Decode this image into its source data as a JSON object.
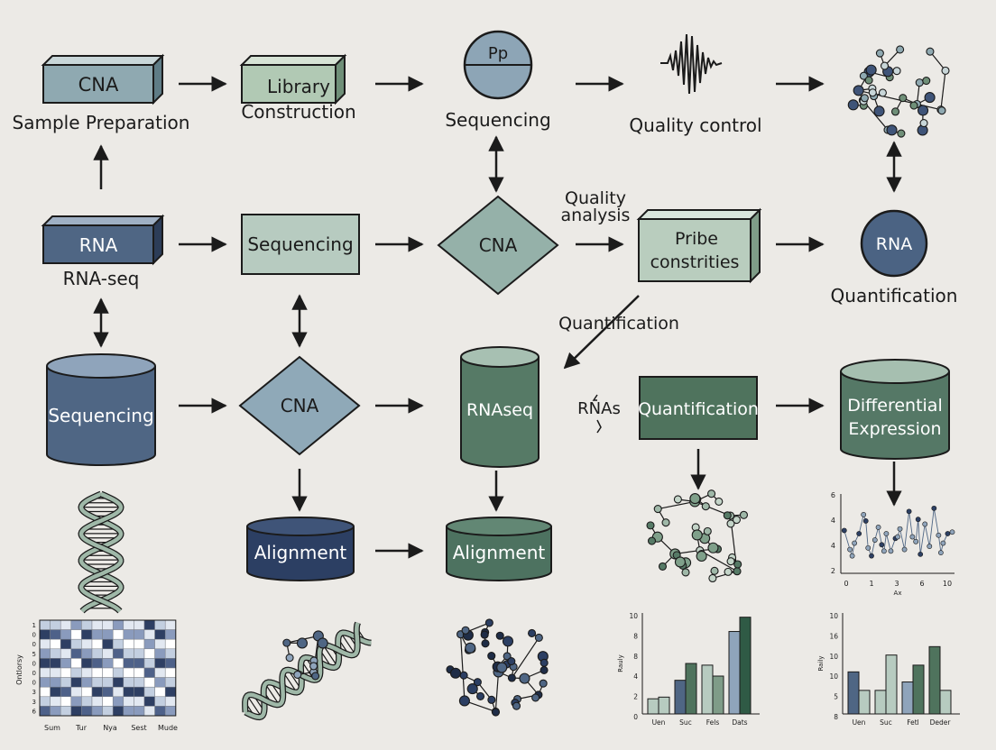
{
  "row1": {
    "cna_box": "CNA",
    "sample_prep": "Sample Preparation",
    "library_1": "Library",
    "library_2": "Construction",
    "circle_pp": "Pp",
    "sequencing": "Sequencing",
    "quality_control": "Quality control"
  },
  "row2": {
    "rna_box": "RNA",
    "rna_seq": "RNA-seq",
    "sequencing_box": "Sequencing",
    "cna_diamond": "CNA",
    "quality_analysis_1": "Quality",
    "quality_analysis_2": "analysis",
    "pribe_1": "Pribe",
    "pribe_2": "constrities",
    "rna_circle": "RNA",
    "quantification": "Quantification",
    "quantification_mid": "Quantification"
  },
  "row3": {
    "sequencing_cyl": "Sequencing",
    "cna_diamond": "CNA",
    "rnaseq_cyl": "RNAseq",
    "rnas": "RNAs",
    "quantification_box": "Quantification",
    "diff_1": "Differential",
    "diff_2": "Expression"
  },
  "row4": {
    "alignment_1": "Alignment",
    "alignment_2": "Alignment"
  },
  "heatmap": {
    "ylabel": "Ontlorsy",
    "yticks": [
      "1",
      "0",
      "0",
      "5",
      "0",
      "0",
      "0",
      "3",
      "3",
      "6"
    ],
    "xticks": [
      "Sum",
      "Tur",
      "Nya",
      "Sest",
      "Mude"
    ],
    "colors": [
      "#2e3f63",
      "#4e6189",
      "#8a9bbd",
      "#c3cfe0",
      "#e2e8f1",
      "#ffffff"
    ]
  },
  "scatter": {
    "yticks": [
      "6",
      "4",
      "4",
      "2"
    ],
    "xticks": [
      "0",
      "1",
      "3",
      "6",
      "10"
    ],
    "xlabel": "Ax"
  },
  "bar1": {
    "ylabel": "Rauly",
    "yticks": [
      "10",
      "8",
      "8",
      "4",
      "2",
      "0"
    ],
    "xticks": [
      "Uen",
      "Suc",
      "Fels",
      "Dats"
    ]
  },
  "bar2": {
    "ylabel": "Raily",
    "yticks": [
      "10",
      "16",
      "10",
      "10",
      "5",
      "8"
    ],
    "xticks": [
      "Uen",
      "Suc",
      "Fetl",
      "Deder"
    ]
  },
  "chart_data": [
    {
      "type": "bar",
      "categories": [
        "Uen",
        "Suc",
        "Fels",
        "Dats"
      ],
      "series": [
        {
          "values": [
            1.8,
            4,
            5.8,
            9.8
          ]
        },
        {
          "values": [
            2,
            6,
            4.5,
            11.5
          ]
        }
      ],
      "ylabel": "Rauly",
      "ylim": [
        0,
        12
      ]
    },
    {
      "type": "bar",
      "categories": [
        "Uen",
        "Suc",
        "Fetl",
        "Deder"
      ],
      "series": [
        {
          "values": [
            5,
            2.8,
            3.8,
            8
          ]
        },
        {
          "values": [
            2.8,
            7,
            5.8,
            2.8
          ]
        }
      ],
      "ylabel": "Raily",
      "ylim": [
        0,
        12
      ]
    },
    {
      "type": "scatter",
      "x": [
        0.3,
        0.8,
        1.2,
        1.6,
        2.0,
        2.4,
        2.7,
        3.0,
        3.3,
        3.6,
        4.0,
        4.4,
        4.8,
        5.2,
        5.6,
        6.0,
        6.3,
        6.6,
        7.0,
        7.4,
        7.8,
        8.2,
        8.6,
        9.0,
        9.4,
        9.8,
        1.0,
        2.2,
        3.8,
        5.0,
        6.8,
        8.8
      ],
      "y": [
        4.2,
        3.0,
        3.4,
        4.0,
        5.2,
        3.1,
        2.6,
        3.6,
        4.4,
        3.3,
        4.0,
        2.9,
        3.7,
        4.3,
        3.0,
        5.4,
        3.8,
        3.5,
        2.7,
        4.6,
        3.2,
        5.6,
        3.9,
        3.4,
        4.0,
        4.1,
        2.6,
        4.8,
        2.9,
        3.8,
        4.9,
        2.8
      ],
      "xlabel": "Ax",
      "xlim": [
        0,
        10
      ],
      "ylim": [
        1.5,
        6.5
      ]
    }
  ]
}
